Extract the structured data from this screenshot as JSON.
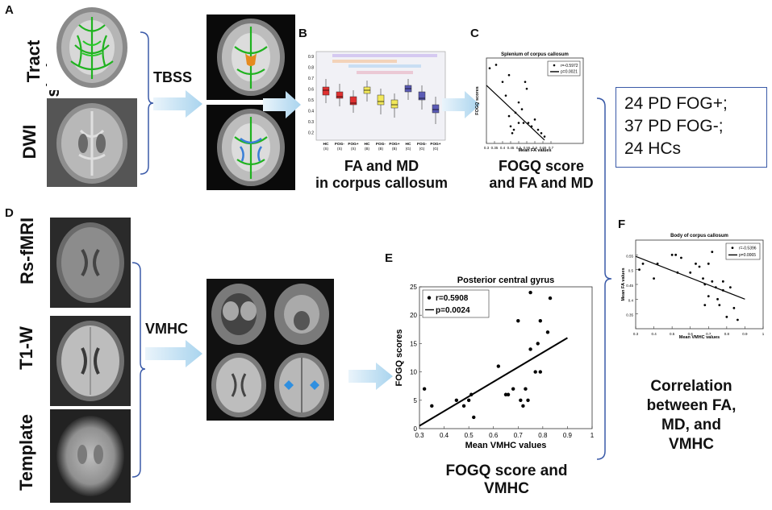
{
  "panels": {
    "A": {
      "letter": "A",
      "label_tract": "Tract\nskeleton",
      "label_dwi": "DWI",
      "step": "TBSS"
    },
    "B": {
      "letter": "B",
      "caption_line1": "FA and MD",
      "caption_line2": "in corpus callosum",
      "x_labels": [
        [
          "HC",
          "(S)"
        ],
        [
          "FOG-",
          "(S)"
        ],
        [
          "FOG+",
          "(S)"
        ],
        [
          "HC",
          "(B)"
        ],
        [
          "FOG-",
          "(B)"
        ],
        [
          "FOG+",
          "(B)"
        ],
        [
          "HC",
          "(G)"
        ],
        [
          "FOG-",
          "(G)"
        ],
        [
          "FOG+",
          "(G)"
        ]
      ],
      "box_colors": [
        "#e03030",
        "#e03030",
        "#e03030",
        "#f2e85a",
        "#f2e85a",
        "#f2e85a",
        "#5a5ab5",
        "#5a5ab5",
        "#5a5ab5"
      ],
      "y_ticks": [
        "0.9",
        "0.8",
        "0.7",
        "0.6",
        "0.5",
        "0.4",
        "0.3",
        "0.2"
      ]
    },
    "C": {
      "letter": "C",
      "caption_line1": "FOGQ score",
      "caption_line2": "and FA and MD"
    },
    "D": {
      "letter": "D",
      "label_rs": "Rs-fMRI",
      "label_t1": "T1-W",
      "label_template": "Template",
      "step": "VMHC"
    },
    "E": {
      "letter": "E",
      "caption_line1": "FOGQ score and",
      "caption_line2": "VMHC"
    },
    "F": {
      "letter": "F",
      "caption_lines": [
        "Correlation",
        "between FA,",
        "MD, and",
        "VMHC"
      ]
    }
  },
  "summary_box": {
    "lines": [
      "24 PD FOG+;",
      "37 PD FOG-;",
      "24 HCs"
    ]
  },
  "chart_data": [
    {
      "id": "C",
      "type": "scatter",
      "title": "Splenium of corpus callosum",
      "xlabel": "Mean FA values",
      "ylabel": "FOGQ scores",
      "xlim": [
        0.3,
        0.9
      ],
      "ylim": [
        0,
        25
      ],
      "x_ticks": [
        "0.3",
        "0.35",
        "0.4",
        "0.45",
        "0.5",
        "0.55",
        "0.6",
        "0.65",
        "0.7"
      ],
      "legend": [
        "r=-0.5972",
        "p=0.0021"
      ],
      "legend_position": "top-right",
      "points": [
        [
          0.32,
          22
        ],
        [
          0.36,
          23
        ],
        [
          0.4,
          18
        ],
        [
          0.42,
          14
        ],
        [
          0.44,
          8
        ],
        [
          0.45,
          5
        ],
        [
          0.47,
          4
        ],
        [
          0.5,
          12
        ],
        [
          0.52,
          10
        ],
        [
          0.54,
          18
        ],
        [
          0.55,
          16
        ],
        [
          0.56,
          6
        ],
        [
          0.58,
          5
        ],
        [
          0.6,
          7
        ],
        [
          0.62,
          4
        ],
        [
          0.64,
          3
        ],
        [
          0.5,
          6
        ],
        [
          0.48,
          9
        ],
        [
          0.46,
          3
        ],
        [
          0.66,
          2
        ],
        [
          0.44,
          20
        ],
        [
          0.53,
          6
        ]
      ],
      "fit": [
        [
          0.3,
          17
        ],
        [
          0.66,
          1
        ]
      ]
    },
    {
      "id": "E",
      "type": "scatter",
      "title": "Posterior central gyrus",
      "xlabel": "Mean VMHC values",
      "ylabel": "FOGQ scores",
      "xlim": [
        0.3,
        1.0
      ],
      "ylim": [
        0,
        25
      ],
      "x_ticks": [
        "0.3",
        "0.4",
        "0.5",
        "0.6",
        "0.7",
        "0.8",
        "0.9",
        "1"
      ],
      "y_ticks": [
        "0",
        "5",
        "10",
        "15",
        "20",
        "25"
      ],
      "legend": [
        "r=0.5908",
        "p=0.0024"
      ],
      "legend_position": "top-left",
      "points": [
        [
          0.32,
          7
        ],
        [
          0.35,
          4
        ],
        [
          0.45,
          5
        ],
        [
          0.48,
          4
        ],
        [
          0.5,
          5
        ],
        [
          0.51,
          6
        ],
        [
          0.52,
          2
        ],
        [
          0.62,
          11
        ],
        [
          0.65,
          6
        ],
        [
          0.66,
          6
        ],
        [
          0.7,
          19
        ],
        [
          0.71,
          5
        ],
        [
          0.72,
          4
        ],
        [
          0.73,
          7
        ],
        [
          0.75,
          24
        ],
        [
          0.75,
          14
        ],
        [
          0.77,
          10
        ],
        [
          0.78,
          15
        ],
        [
          0.79,
          19
        ],
        [
          0.79,
          10
        ],
        [
          0.82,
          17
        ],
        [
          0.83,
          23
        ],
        [
          0.74,
          5
        ],
        [
          0.68,
          7
        ]
      ],
      "fit": [
        [
          0.3,
          0.5
        ],
        [
          0.9,
          16
        ]
      ]
    },
    {
      "id": "F",
      "type": "scatter",
      "title": "Body of corpus callosum",
      "xlabel": "Mean VMHC values",
      "ylabel": "Mean FA values",
      "xlim": [
        0.3,
        1.0
      ],
      "ylim": [
        0.3,
        0.6
      ],
      "x_ticks": [
        "0.3",
        "0.4",
        "0.5",
        "0.6",
        "0.7",
        "0.8",
        "0.9",
        "1"
      ],
      "y_ticks": [
        "0.55",
        "0.5",
        "0.45",
        "0.4",
        "0.35"
      ],
      "legend": [
        "r=-0.5396",
        "p=0.0065"
      ],
      "legend_position": "top-right",
      "points": [
        [
          0.32,
          0.5
        ],
        [
          0.34,
          0.52
        ],
        [
          0.4,
          0.47
        ],
        [
          0.42,
          0.52
        ],
        [
          0.5,
          0.55
        ],
        [
          0.52,
          0.55
        ],
        [
          0.53,
          0.49
        ],
        [
          0.55,
          0.54
        ],
        [
          0.6,
          0.49
        ],
        [
          0.63,
          0.52
        ],
        [
          0.65,
          0.51
        ],
        [
          0.67,
          0.47
        ],
        [
          0.68,
          0.45
        ],
        [
          0.7,
          0.52
        ],
        [
          0.7,
          0.41
        ],
        [
          0.72,
          0.46
        ],
        [
          0.74,
          0.44
        ],
        [
          0.75,
          0.4
        ],
        [
          0.76,
          0.38
        ],
        [
          0.78,
          0.46
        ],
        [
          0.78,
          0.43
        ],
        [
          0.8,
          0.34
        ],
        [
          0.82,
          0.44
        ],
        [
          0.84,
          0.37
        ],
        [
          0.86,
          0.33
        ],
        [
          0.72,
          0.56
        ],
        [
          0.68,
          0.38
        ]
      ],
      "fit": [
        [
          0.3,
          0.545
        ],
        [
          0.9,
          0.4
        ]
      ]
    }
  ]
}
